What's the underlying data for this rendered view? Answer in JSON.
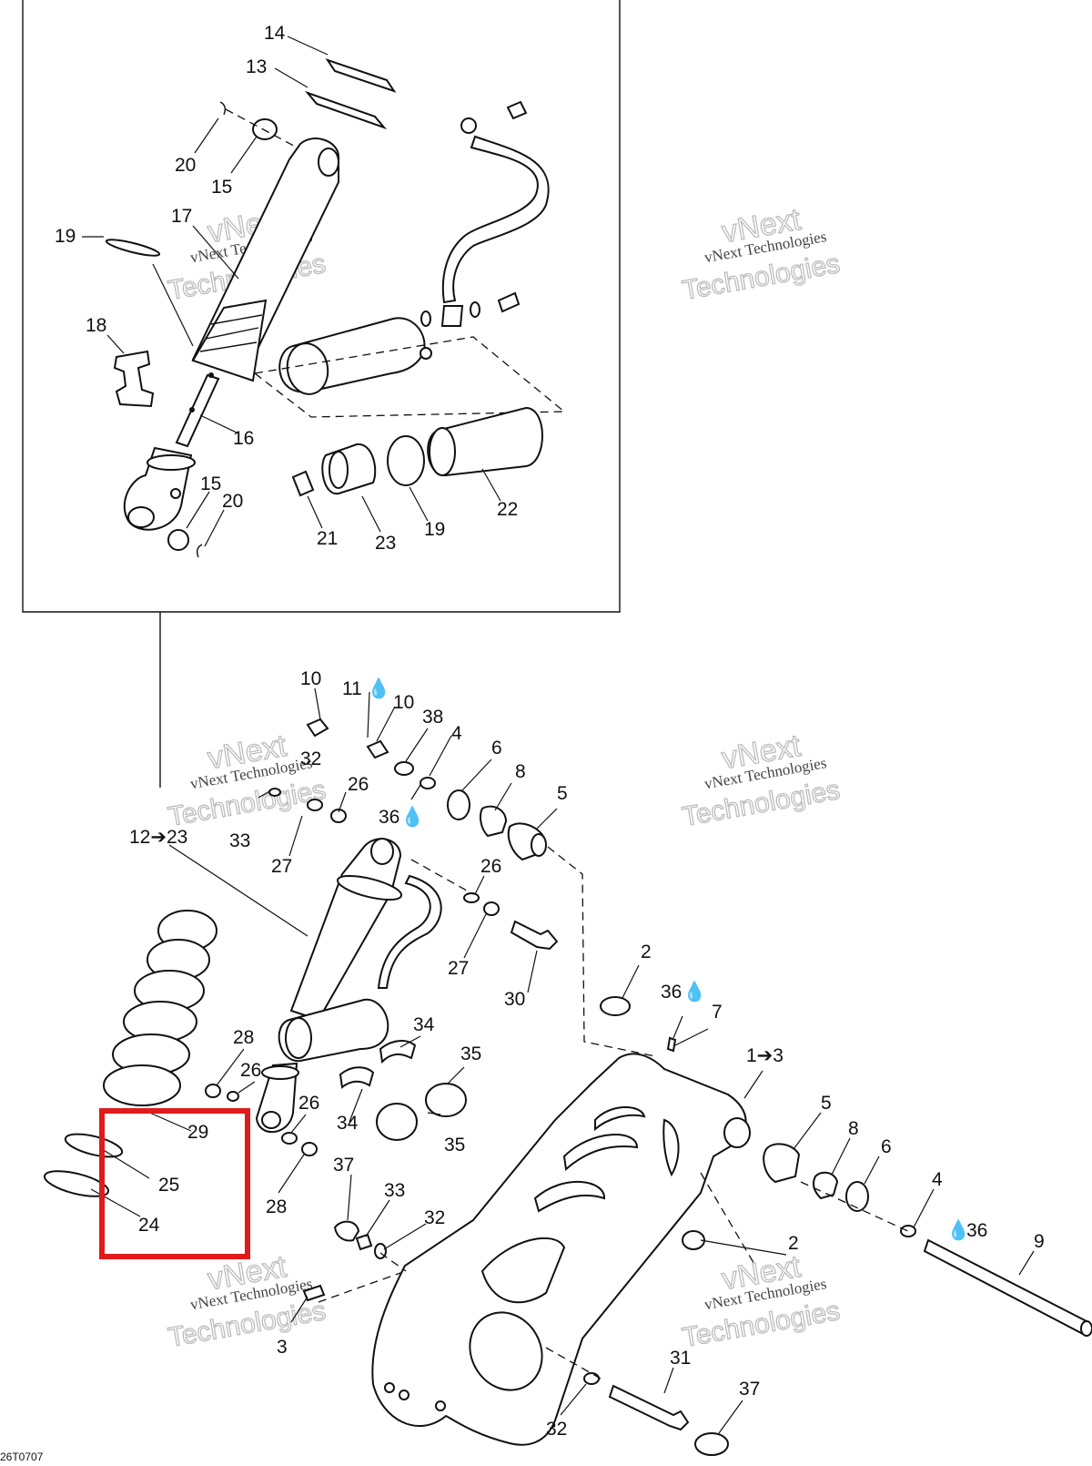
{
  "diagram": {
    "figure_code": "26T0707",
    "highlight_color": "#e01b1b",
    "callouts": {
      "c14": "14",
      "c13": "13",
      "c20a": "20",
      "c15a": "15",
      "c17": "17",
      "c19a": "19",
      "c18": "18",
      "c16": "16",
      "c15b": "15",
      "c20b": "20",
      "c21": "21",
      "c23": "23",
      "c19b": "19",
      "c22": "22",
      "c10a": "10",
      "c11": "11",
      "c10b": "10",
      "c38": "38",
      "c4a": "4",
      "c6a": "6",
      "c32a": "32",
      "c26a": "26",
      "c8a": "8",
      "c5a": "5",
      "c33a": "33",
      "c36a": "36",
      "c27a": "27",
      "c12": "12➔23",
      "c26b": "26",
      "c27b": "27",
      "c30": "30",
      "c2a": "2",
      "c36b": "36",
      "c7": "7",
      "c13range": "1➔3",
      "c28a": "28",
      "c34a": "34",
      "c35a": "35",
      "c26c": "26",
      "c26d": "26",
      "c29": "29",
      "c34b": "34",
      "c35b": "35",
      "c5b": "5",
      "c8b": "8",
      "c6b": "6",
      "c25": "25",
      "c37a": "37",
      "c33b": "33",
      "c28b": "28",
      "c32b": "32",
      "c24": "24",
      "c4b": "4",
      "c36c": "36",
      "c2b": "2",
      "c9": "9",
      "c3": "3",
      "c31": "31",
      "c37b": "37",
      "c32c": "32"
    },
    "watermarks": {
      "wm_top_name": "vNext",
      "wm_line": "vNext Technologies",
      "wm_big": "Technologies"
    }
  }
}
